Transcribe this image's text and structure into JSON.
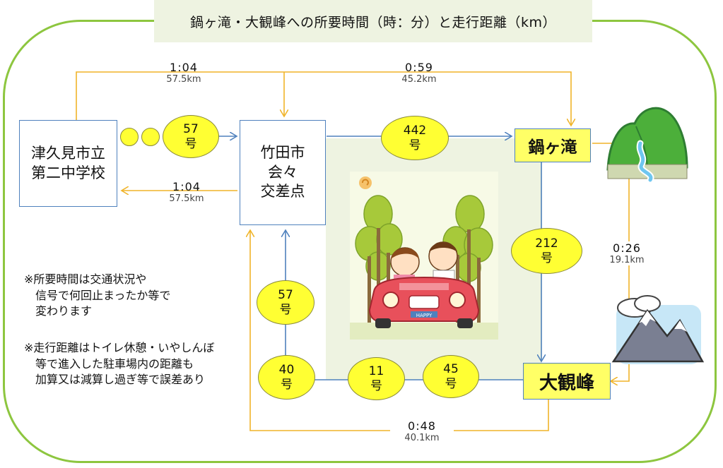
{
  "title": "鍋ヶ滝・大観峰への所要時間（時：分）と走行距離（km）",
  "colors": {
    "frame": "#8dc63f",
    "panel": "#eef3e1",
    "route_fill": "#ffff33",
    "dest_fill": "#ffff66",
    "time_line": "#f0b429",
    "route_line": "#4f81bd"
  },
  "nodes": {
    "school": "津久見市立\n第二中学校",
    "junction": "竹田市\n会々\n交差点",
    "nabegataki": "鍋ヶ滝",
    "daikanbo": "大観峰"
  },
  "routes": {
    "r57_top": "57\n号",
    "r442": "442\n号",
    "r212": "212\n号",
    "r57_left": "57\n号",
    "r40": "40\n号",
    "r11": "11\n号",
    "r45": "45\n号"
  },
  "segments": {
    "school_to_nabe": {
      "time": "1:04",
      "dist": "57.5km"
    },
    "junction_to_nabe": {
      "time": "0:59",
      "dist": "45.2km"
    },
    "junction_to_school": {
      "time": "1:04",
      "dist": "57.5km"
    },
    "nabe_to_daikan": {
      "time": "0:26",
      "dist": "19.1km"
    },
    "daikan_to_junction": {
      "time": "0:48",
      "dist": "40.1km"
    }
  },
  "notes": {
    "note1": "※所要時間は交通状況や\n　信号で何回止まったか等で\n　変わります",
    "note2": "※走行距離はトイレ休憩・いやしんぼ\n　等で進入した駐車場内の距離も\n　加算又は減算し過ぎ等で誤差あり"
  },
  "icons": {
    "waterfall": "mountain-waterfall-icon",
    "peak": "snowy-mountain-icon",
    "car": "couple-car-illustration"
  },
  "illustration_text": {
    "plate": "HAPPY"
  }
}
